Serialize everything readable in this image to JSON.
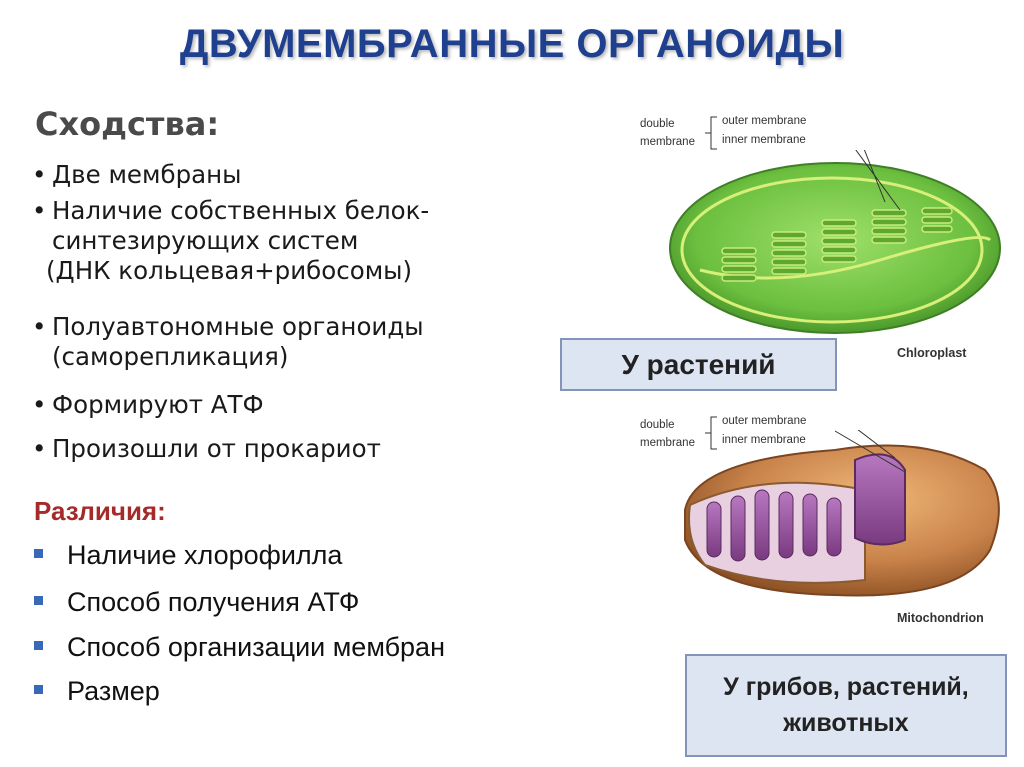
{
  "slide": {
    "title": "ДВУМЕМБРАННЫЕ ОРГАНОИДЫ"
  },
  "similarities": {
    "heading": "Сходства:",
    "items": [
      {
        "bullet": "•",
        "line1": "Две мембраны"
      },
      {
        "bullet": "•",
        "line1": "Наличие собственных белок-",
        "line2": "синтезирующих систем",
        "line3": "(ДНК кольцевая+рибосомы)"
      },
      {
        "bullet": "•",
        "line1": "Полуавтономные органоиды",
        "line2": "(саморепликация)"
      },
      {
        "bullet": "•",
        "line1": "Формируют АТФ"
      },
      {
        "bullet": "•",
        "line1": "Произошли от прокариот"
      }
    ]
  },
  "differences": {
    "heading": "Различия:",
    "items": [
      "Наличие хлорофилла",
      "Способ получения АТФ",
      "Способ организации мембран",
      "Размер"
    ]
  },
  "chloroplast": {
    "label_double": "double",
    "label_membrane": "membrane",
    "label_outer": "outer membrane",
    "label_inner": "inner membrane",
    "caption": "Chloroplast",
    "box_text": "У растений"
  },
  "mitochondrion": {
    "label_double": "double",
    "label_membrane": "membrane",
    "label_outer": "outer membrane",
    "label_inner": "inner membrane",
    "caption": "Mitochondrion",
    "box_line1": "У грибов, растений,",
    "box_line2": "животных"
  },
  "colors": {
    "title": "#1f3f8f",
    "differences_heading": "#a52a2a",
    "square_bullet": "#3868b8",
    "box_fill": "#dde5f2",
    "box_border": "#8394b8",
    "chloroplast_green": "#6cbf3f",
    "mitochondrion_brown": "#c8824a",
    "cristae_purple": "#9a4f9c"
  }
}
